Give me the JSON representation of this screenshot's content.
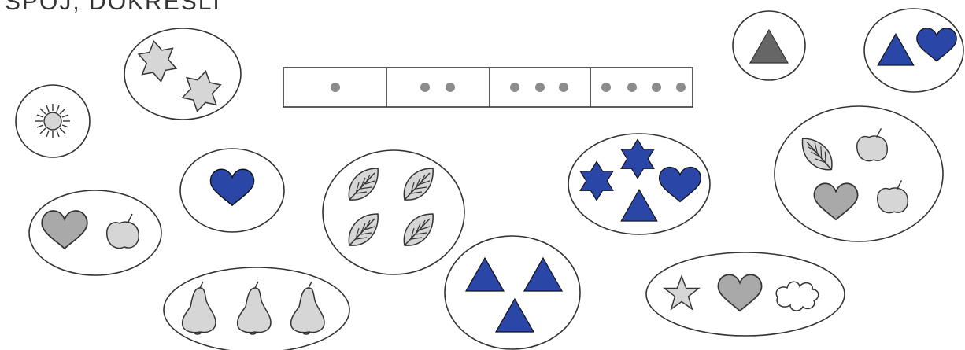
{
  "instruction": "SPOJ, DOKRESLI",
  "counting_strip": {
    "dot_counts": [
      1,
      2,
      3,
      4
    ]
  },
  "colors": {
    "blue": "#2a46a6",
    "gray": "#a9a9a9",
    "light": "#d6d6d6",
    "outline": "#333333",
    "dot": "#8c8c8c",
    "dark_triangle": "#666666"
  },
  "groups": [
    {
      "name": "sun",
      "items": [
        "sun-icon"
      ]
    },
    {
      "name": "stars",
      "items": [
        "star-icon",
        "star-icon"
      ]
    },
    {
      "name": "dark-triangle",
      "items": [
        "triangle-icon"
      ]
    },
    {
      "name": "blue-triangle-heart",
      "items": [
        "triangle-icon",
        "heart-icon"
      ]
    },
    {
      "name": "blue-heart",
      "items": [
        "heart-icon"
      ]
    },
    {
      "name": "heart-apple",
      "items": [
        "heart-icon",
        "apple-icon"
      ]
    },
    {
      "name": "leaves",
      "items": [
        "leaf-icon",
        "leaf-icon",
        "leaf-icon",
        "leaf-icon"
      ]
    },
    {
      "name": "blue-mixed",
      "items": [
        "star-icon",
        "star-icon",
        "heart-icon",
        "triangle-icon"
      ]
    },
    {
      "name": "leaf-apples-heart",
      "items": [
        "leaf-icon",
        "apple-icon",
        "heart-icon",
        "apple-icon"
      ]
    },
    {
      "name": "pears",
      "items": [
        "pear-icon",
        "pear-icon",
        "pear-icon"
      ]
    },
    {
      "name": "blue-triangles",
      "items": [
        "triangle-icon",
        "triangle-icon",
        "triangle-icon"
      ]
    },
    {
      "name": "star-heart-cloud",
      "items": [
        "star-icon",
        "heart-icon",
        "cloud-icon"
      ]
    }
  ]
}
